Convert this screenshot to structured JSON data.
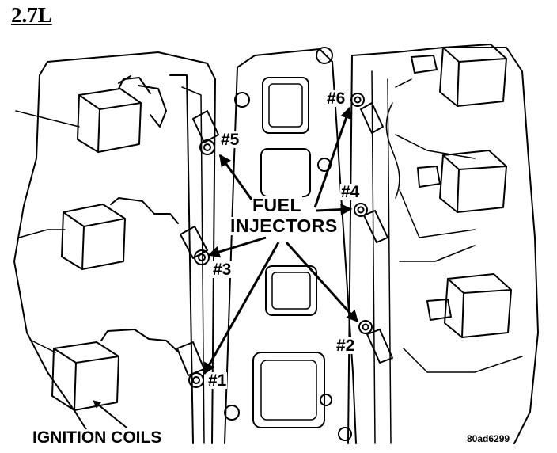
{
  "title": "2.7L",
  "labels": {
    "fuel": "FUEL",
    "injectors": "INJECTORS",
    "ignition_coils": "IGNITION COILS",
    "cyl1": "#1",
    "cyl2": "#2",
    "cyl3": "#3",
    "cyl4": "#4",
    "cyl5": "#5",
    "cyl6": "#6",
    "figure_code": "80ad6299"
  }
}
